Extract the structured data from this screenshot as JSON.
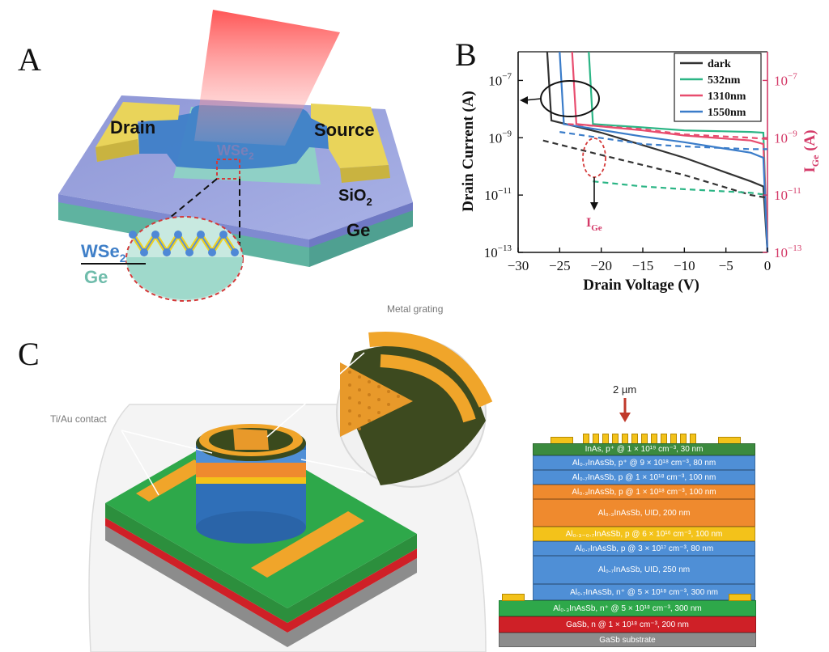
{
  "panels": {
    "a": "A",
    "b": "B",
    "c": "C"
  },
  "panel_a": {
    "drain": "Drain",
    "source": "Source",
    "wse2_channel": "WSe",
    "wse2_channel_sub": "2",
    "sio2": "SiO",
    "sio2_sub": "2",
    "ge": "Ge",
    "inset_wse2": "WSe",
    "inset_wse2_sub": "2",
    "inset_ge": "Ge",
    "colors": {
      "drain_source": "#e9d45a",
      "channel": "#3f7fc8",
      "sio2": "#8c99d8",
      "ge": "#63b8a4",
      "laser": "#ff6b6b"
    }
  },
  "chart_data": {
    "type": "line",
    "xlabel": "Drain Voltage (V)",
    "ylabel_left": "Drain Current (A)",
    "ylabel_right": "I",
    "ylabel_right_sub": "Ge",
    "ylabel_right_tail": " (A)",
    "ylog": true,
    "xlim": [
      -30,
      0
    ],
    "ylim": [
      1e-13,
      1e-06
    ],
    "xticks": [
      -30,
      -25,
      -20,
      -15,
      -10,
      -5,
      0
    ],
    "yticks": [
      1e-13,
      1e-11,
      1e-09,
      1e-07
    ],
    "ytick_labels": [
      "10",
      "10",
      "10",
      "10"
    ],
    "ytick_exps": [
      "−13",
      "−11",
      "−9",
      "−7"
    ],
    "annotation_ige": "I",
    "annotation_ige_sub": "Ge",
    "legend_position": "top-right",
    "series": [
      {
        "name": "dark",
        "color": "#333333",
        "style": "solid",
        "points": [
          [
            -26.5,
            1e-06
          ],
          [
            -26.0,
            4e-09
          ],
          [
            -20,
            1.5e-09
          ],
          [
            -10,
            2e-10
          ],
          [
            -2,
            3e-11
          ],
          [
            -0.5,
            2e-11
          ],
          [
            0,
            1e-13
          ]
        ]
      },
      {
        "name": "532nm",
        "color": "#2bb585",
        "style": "solid",
        "points": [
          [
            -21.5,
            1e-06
          ],
          [
            -21.0,
            3e-09
          ],
          [
            -15,
            2.3e-09
          ],
          [
            -10,
            1.8e-09
          ],
          [
            -2,
            1.6e-09
          ],
          [
            -0.5,
            1.5e-09
          ],
          [
            0,
            1e-13
          ]
        ]
      },
      {
        "name": "1310nm",
        "color": "#e84c6e",
        "style": "solid",
        "points": [
          [
            -23.5,
            1e-06
          ],
          [
            -23.0,
            3e-09
          ],
          [
            -15,
            1.8e-09
          ],
          [
            -10,
            1.2e-09
          ],
          [
            -2,
            8e-10
          ],
          [
            -0.5,
            6e-10
          ],
          [
            0,
            1e-13
          ]
        ]
      },
      {
        "name": "1550nm",
        "color": "#3a7cc9",
        "style": "solid",
        "points": [
          [
            -25.0,
            1e-06
          ],
          [
            -24.5,
            3e-09
          ],
          [
            -15,
            1.1e-09
          ],
          [
            -10,
            7e-10
          ],
          [
            -2,
            3e-10
          ],
          [
            -0.5,
            2e-10
          ],
          [
            0,
            1e-13
          ]
        ]
      },
      {
        "color": "#333333",
        "style": "dashed",
        "points": [
          [
            -27,
            8e-10
          ],
          [
            -20,
            2.5e-10
          ],
          [
            -10,
            5e-11
          ],
          [
            -2,
            1e-11
          ],
          [
            0,
            8e-12
          ]
        ]
      },
      {
        "color": "#2bb585",
        "style": "dashed",
        "points": [
          [
            -21,
            3e-11
          ],
          [
            -15,
            2e-11
          ],
          [
            -10,
            1.6e-11
          ],
          [
            -2,
            1.2e-11
          ],
          [
            0,
            1e-11
          ]
        ]
      },
      {
        "color": "#e84c6e",
        "style": "dashed",
        "points": [
          [
            -24,
            3e-09
          ],
          [
            -15,
            2e-09
          ],
          [
            -10,
            1.3e-09
          ],
          [
            -2,
            1e-09
          ],
          [
            0,
            9e-10
          ]
        ]
      },
      {
        "color": "#3a7cc9",
        "style": "dashed",
        "points": [
          [
            -25,
            1.6e-09
          ],
          [
            -15,
            6e-10
          ],
          [
            -10,
            5e-10
          ],
          [
            -2,
            4e-10
          ],
          [
            0,
            4e-10
          ]
        ]
      }
    ]
  },
  "panel_c": {
    "metal_grating": "Metal grating",
    "tiau_contact": "Ti/Au contact",
    "scale": "2 µm",
    "layers": [
      {
        "text": "InAs, p⁺ @ 1 × 10¹⁹ cm⁻³, 30 nm",
        "color": "#3b8a3e"
      },
      {
        "text": "Al₀.₇InAsSb, p⁺ @ 9 × 10¹⁸ cm⁻³, 80 nm",
        "color": "#4f8fd6"
      },
      {
        "text": "Al₀.₇InAsSb, p @ 1 × 10¹⁸ cm⁻³, 100 nm",
        "color": "#4f8fd6"
      },
      {
        "text": "Al₀.₃InAsSb, p @ 1 × 10¹⁸ cm⁻³, 100 nm",
        "color": "#ef8a2e"
      },
      {
        "text": "Al₀.₃InAsSb, UID, 200 nm",
        "color": "#ef8a2e"
      },
      {
        "text": "Al₀.₃₋₀.₇InAsSb, p @ 6 × 10¹⁶ cm⁻³, 100 nm",
        "color": "#f3c21a"
      },
      {
        "text": "Al₀.₇InAsSb, p @ 3 × 10¹⁷ cm⁻³, 80 nm",
        "color": "#4f8fd6"
      },
      {
        "text": "Al₀.₇InAsSb, UID, 250 nm",
        "color": "#4f8fd6"
      },
      {
        "text": "Al₀.₇InAsSb, n⁺ @ 5 × 10¹⁸ cm⁻³, 300 nm",
        "color": "#4f8fd6"
      },
      {
        "text": "Al₀.₃InAsSb, n⁺ @ 5 × 10¹⁸ cm⁻³, 300 nm",
        "color": "#2ea84a"
      },
      {
        "text": "GaSb, n @ 1 × 10¹⁸ cm⁻³, 200 nm",
        "color": "#cf2027"
      },
      {
        "text": "GaSb substrate",
        "color": "#8c8c8c"
      }
    ]
  }
}
